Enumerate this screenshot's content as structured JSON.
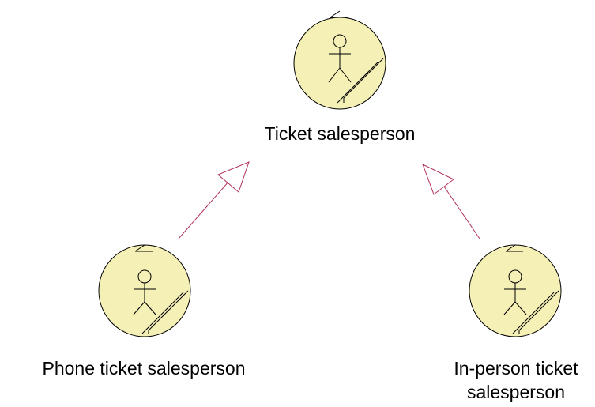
{
  "diagram": {
    "actors": [
      {
        "id": "ticket-salesperson",
        "lines": [
          "Ticket salesperson"
        ]
      },
      {
        "id": "phone-ticket-salesperson",
        "lines": [
          "Phone ticket salesperson"
        ]
      },
      {
        "id": "in-person-ticket-salesperson",
        "lines": [
          "In-person ticket",
          "salesperson"
        ]
      }
    ],
    "relationships": [
      {
        "type": "generalization",
        "from": "phone-ticket-salesperson",
        "to": "ticket-salesperson"
      },
      {
        "type": "generalization",
        "from": "in-person-ticket-salesperson",
        "to": "ticket-salesperson"
      }
    ]
  },
  "colors": {
    "actor_fill": "#f5f0b5",
    "actor_stroke": "#000000",
    "generalization_stroke": "#b03060",
    "text": "#000000"
  }
}
